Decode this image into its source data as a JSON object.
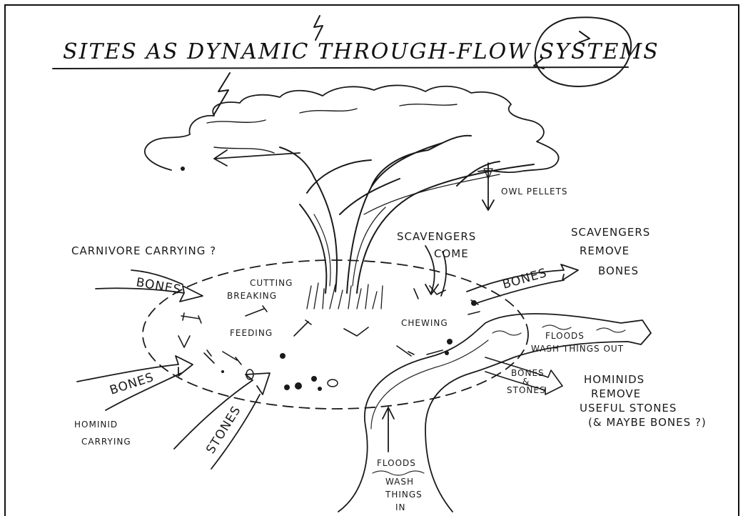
{
  "title": "SITES AS DYNAMIC THROUGH-FLOW SYSTEMS",
  "labels": {
    "owl_pellets": "OWL PELLETS",
    "carnivore_carrying": "CARNIVORE CARRYING ?",
    "scavengers_come_1": "SCAVENGERS",
    "scavengers_come_2": "COME",
    "scavengers_remove_1": "SCAVENGERS",
    "scavengers_remove_2": "REMOVE",
    "scavengers_remove_3": "BONES",
    "cutting": "CUTTING",
    "breaking": "BREAKING",
    "feeding": "FEEDING",
    "chewing": "CHEWING",
    "floods_out_1": "FLOODS",
    "floods_out_2": "WASH THINGS OUT",
    "hominids_remove_1": "HOMINIDS",
    "hominids_remove_2": "REMOVE",
    "hominids_remove_3": "USEFUL STONES",
    "hominids_remove_4": "(& MAYBE BONES ?)",
    "hominid_carrying_1": "HOMINID",
    "hominid_carrying_2": "CARRYING",
    "floods_in_1": "FLOODS",
    "floods_in_2": "WASH",
    "floods_in_3": "THINGS",
    "floods_in_4": "IN"
  },
  "arrows": {
    "bones_carnivore": "BONES",
    "bones_hominid": "BONES",
    "stones_in": "STONES",
    "bones_scavengers": "BONES",
    "bones_out_1": "BONES",
    "bones_out_2": "&",
    "bones_out_3": "STONES"
  }
}
